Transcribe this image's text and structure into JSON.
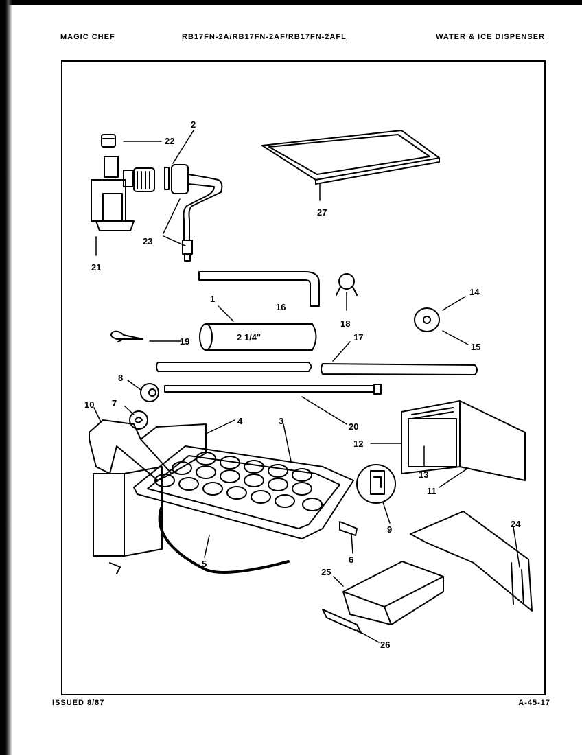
{
  "header": {
    "brand": "MAGIC CHEF",
    "models": "RB17FN-2A/RB17FN-2AF/RB17FN-2AFL",
    "section": "WATER & ICE DISPENSER"
  },
  "footer": {
    "issued": "ISSUED 8/87",
    "page_code": "A-45-17"
  },
  "diagram": {
    "parts": {
      "p1": "1",
      "p2": "2",
      "p3": "3",
      "p4": "4",
      "p5": "5",
      "p6": "6",
      "p7": "7",
      "p8": "8",
      "p9": "9",
      "p10": "10",
      "p11": "11",
      "p12": "12",
      "p13": "13",
      "p14": "14",
      "p15": "15",
      "p16": "16",
      "p17": "17",
      "p18": "18",
      "p19": "19",
      "p20": "20",
      "p21": "21",
      "p22": "22",
      "p23": "23",
      "p24": "24",
      "p25": "25",
      "p26": "26",
      "p27": "27"
    },
    "tube_size": "2 1/4\""
  }
}
